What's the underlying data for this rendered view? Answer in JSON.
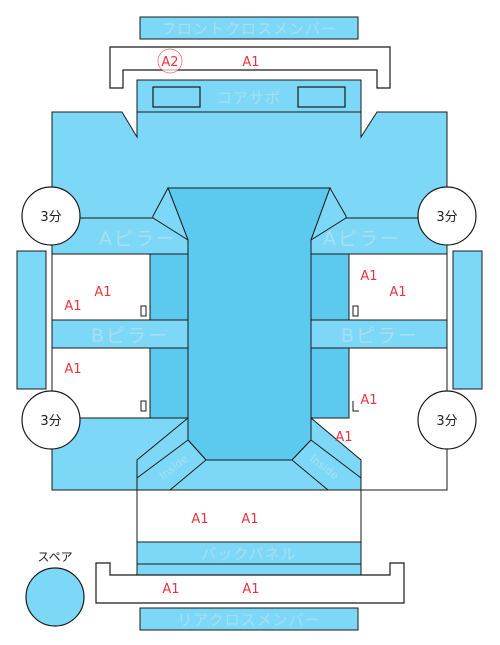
{
  "parts": {
    "front_cross_member": "フロントクロスメンバー",
    "core_support": "コアサポ",
    "a_pillar_left": "Aピラー",
    "a_pillar_right": "Aピラー",
    "b_pillar_left": "Bピラー",
    "b_pillar_right": "Bピラー",
    "rear_inside_left": "Inside",
    "rear_inside_right": "Inside",
    "back_panel": "バックパネル",
    "rear_cross_member": "リアクロスメンバー"
  },
  "circles": {
    "front_left": "3分",
    "front_right": "3分",
    "rear_left": "3分",
    "rear_right": "3分"
  },
  "spare": {
    "label": "スペア"
  },
  "marks": {
    "front_a2": "A2",
    "front_a1": "A1",
    "left_upper_1": "A1",
    "left_upper_2": "A1",
    "left_lower": "A1",
    "right_upper_1": "A1",
    "right_upper_2": "A1",
    "right_lower_1": "A1",
    "right_lower_2": "A1",
    "rear_1": "A1",
    "rear_2": "A1",
    "rear_member_1": "A1",
    "rear_member_2": "A1"
  },
  "colors": {
    "fill": "#7dd8f7",
    "fill_dark": "#5cc9ef",
    "outline": "#1a1a1a",
    "mark": "#e8343f"
  }
}
